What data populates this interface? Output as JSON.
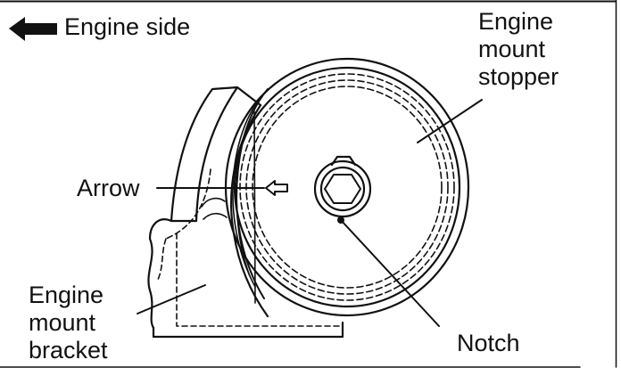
{
  "header": {
    "direction_text": "Engine side"
  },
  "labels": {
    "stopper": [
      "Engine",
      "mount",
      "stopper"
    ],
    "arrow": "Arrow",
    "bracket": [
      "Engine",
      "mount",
      "bracket"
    ],
    "notch": "Notch"
  },
  "icons": [
    "left-arrow-icon",
    "hollow-arrow-icon",
    "hex-bolt-icon"
  ],
  "colors": {
    "ink": "#111111",
    "background": "#ffffff"
  }
}
